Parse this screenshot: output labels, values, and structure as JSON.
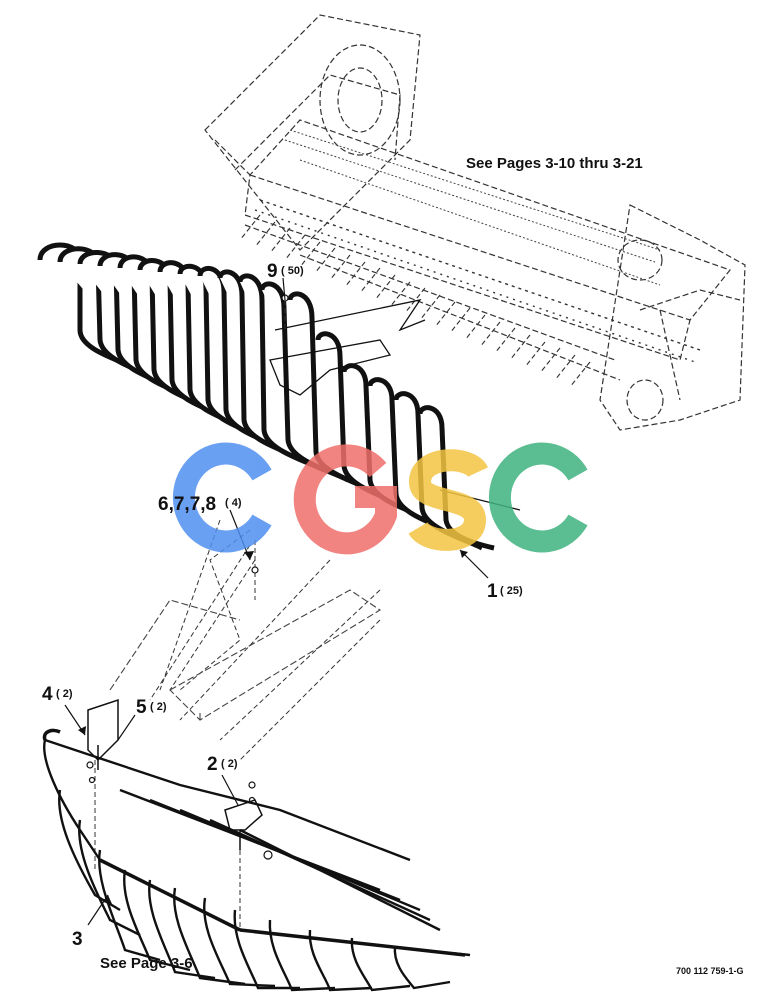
{
  "notes": {
    "top": "See Pages 3-10 thru 3-21",
    "bottom": "See Page 3-6",
    "drawing_number": "700 112 759-1-G"
  },
  "callouts": [
    {
      "id": "c9",
      "ref": "9",
      "qty": "( 50)"
    },
    {
      "id": "c6",
      "ref": "6,7,7,8",
      "qty": "( 4)"
    },
    {
      "id": "c1",
      "ref": "1",
      "qty": "( 25)"
    },
    {
      "id": "c4",
      "ref": "4",
      "qty": "( 2)"
    },
    {
      "id": "c5",
      "ref": "5",
      "qty": "( 2)"
    },
    {
      "id": "c2",
      "ref": "2",
      "qty": "( 2)"
    },
    {
      "id": "c3",
      "ref": "3",
      "qty": ""
    }
  ],
  "watermark": {
    "letters": [
      "C",
      "G",
      "S",
      "C"
    ],
    "colors": [
      "#4f8ff0",
      "#ef6f6a",
      "#f4c542",
      "#3fb27f"
    ]
  }
}
